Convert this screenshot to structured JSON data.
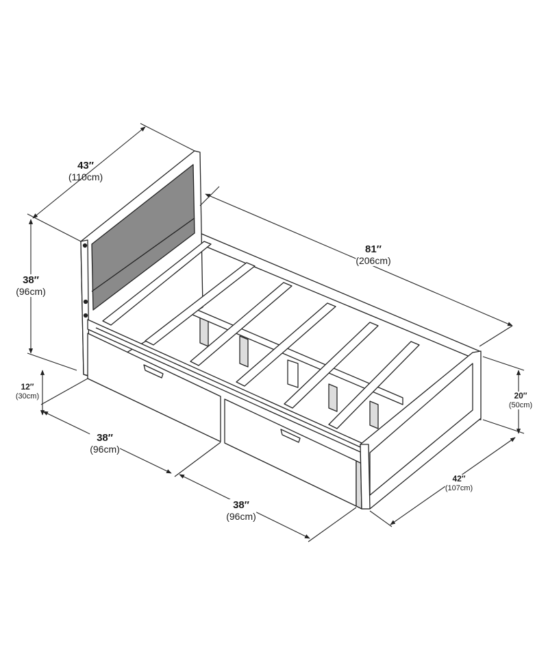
{
  "colors": {
    "line": "#222222",
    "panel": "#8a8a8a",
    "wood": "#ffffff",
    "shade": "#d9d9d9"
  },
  "dimensions": {
    "headboard_width": {
      "inches": "43″",
      "cm": "(110cm)"
    },
    "headboard_height": {
      "inches": "38″",
      "cm": "(96cm)"
    },
    "bed_length": {
      "inches": "81″",
      "cm": "(206cm)"
    },
    "drawer_clearance": {
      "inches": "12″",
      "cm": "(30cm)"
    },
    "footboard_height": {
      "inches": "20″",
      "cm": "(50cm)"
    },
    "drawer_one_length": {
      "inches": "38″",
      "cm": "(96cm)"
    },
    "drawer_two_length": {
      "inches": "38″",
      "cm": "(96cm)"
    },
    "footboard_width": {
      "inches": "42″",
      "cm": "(107cm)"
    }
  }
}
